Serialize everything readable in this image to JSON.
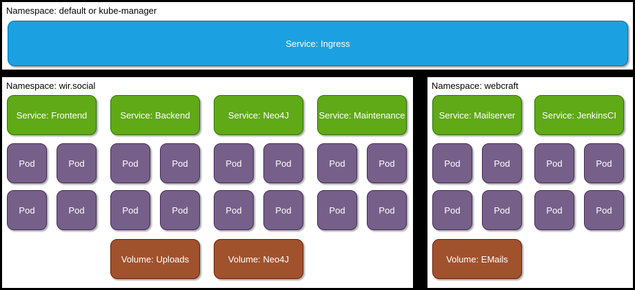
{
  "colors": {
    "canvas": "#000000",
    "panel_bg": "#ffffff",
    "label_text": "#000000",
    "box_text": "#ffffff",
    "ingress_fill": "#1ba1e2",
    "ingress_stroke": "#006eaf",
    "service_fill": "#60a917",
    "service_stroke": "#2d7600",
    "pod_fill": "#76608a",
    "pod_stroke": "#432d57",
    "volume_fill": "#a0522d",
    "volume_stroke": "#6d1f00"
  },
  "top_namespace": {
    "label": "Namespace: default or kube-manager",
    "ingress_service": "Service: Ingress"
  },
  "wir_social_namespace": {
    "label": "Namespace: wir.social",
    "groups": [
      {
        "service": "Service: Frontend",
        "pods": [
          "Pod",
          "Pod",
          "Pod",
          "Pod"
        ]
      },
      {
        "service": "Service: Backend",
        "pods": [
          "Pod",
          "Pod",
          "Pod",
          "Pod"
        ],
        "volume": "Volume: Uploads"
      },
      {
        "service": "Service: Neo4J",
        "pods": [
          "Pod",
          "Pod",
          "Pod",
          "Pod"
        ],
        "volume": "Volume: Neo4J"
      },
      {
        "service": "Service: Maintenance",
        "pods": [
          "Pod",
          "Pod",
          "Pod",
          "Pod"
        ]
      }
    ]
  },
  "webcraft_namespace": {
    "label": "Namespace: webcraft",
    "groups": [
      {
        "service": "Service: Mailserver",
        "pods": [
          "Pod",
          "Pod",
          "Pod",
          "Pod"
        ],
        "volume": "Volume: EMails"
      },
      {
        "service": "Service: JenkinsCI",
        "pods": [
          "Pod",
          "Pod",
          "Pod",
          "Pod"
        ]
      }
    ]
  }
}
